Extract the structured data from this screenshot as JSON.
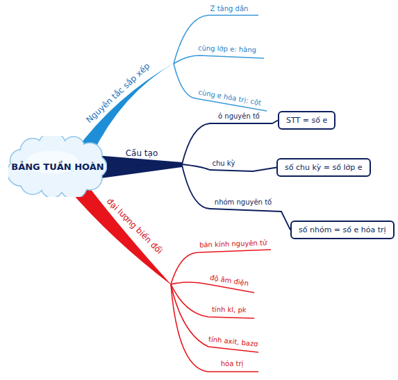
{
  "diagram": {
    "nodes": [
      {
        "text": [
          "BẢNG TUẦN HOÀN"
        ]
      },
      {
        "text": [
          "STT = số e"
        ]
      },
      {
        "text": [
          "số chu kỳ = số lớp e"
        ]
      },
      {
        "text": [
          "số nhóm = số e hóa trị"
        ]
      }
    ],
    "edges": [
      {
        "from": 0,
        "to": 1,
        "arrow": "none",
        "label": "ô nguyên tố"
      },
      {
        "from": 0,
        "to": 2,
        "arrow": "none",
        "label": "chu kỳ"
      },
      {
        "from": 0,
        "to": 3,
        "arrow": "none",
        "label": "nhóm nguyên tố"
      }
    ],
    "labels": [
      "Nguyên tắc sắp xếp",
      "Z tăng dần",
      "cùng lớp e: hàng",
      "cùng e hóa trị: cột",
      "Cấu tạo",
      "đại lượng biến đổi",
      "bán kính nguyên tử",
      "độ âm điện",
      "tính kl, pk",
      "tính axit, bazơ",
      "hóa trị"
    ]
  }
}
